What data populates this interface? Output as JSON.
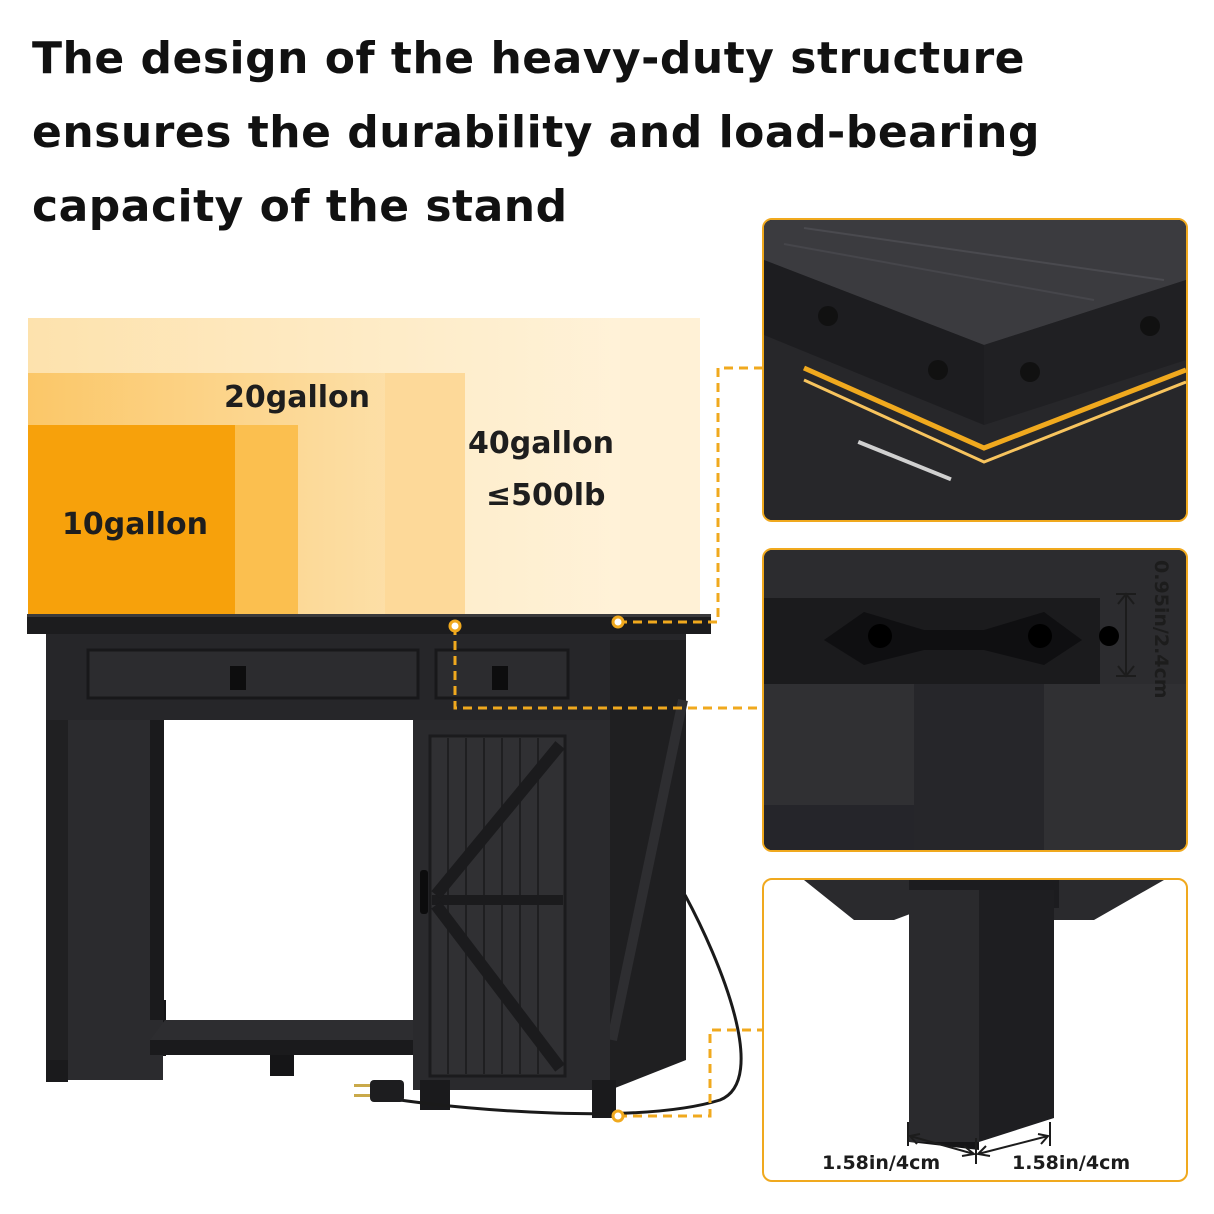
{
  "headline": "The design of the heavy-duty structure ensures the durability and load-bearing capacity of the stand",
  "capacity": {
    "tank_10": "10gallon",
    "tank_20": "20gallon",
    "tank_40": "40gallon",
    "max_load": "≤500lb"
  },
  "details": {
    "thickness": "0.95in/2.4cm",
    "leg_width_left": "1.58in/4cm",
    "leg_width_right": "1.58in/4cm"
  },
  "colors": {
    "accent": "#f0a91e",
    "stand": "#1f1f21",
    "tank_10": "#f9a40a",
    "tank_20": "#fcd58a",
    "tank_40": "#fde9c2"
  }
}
